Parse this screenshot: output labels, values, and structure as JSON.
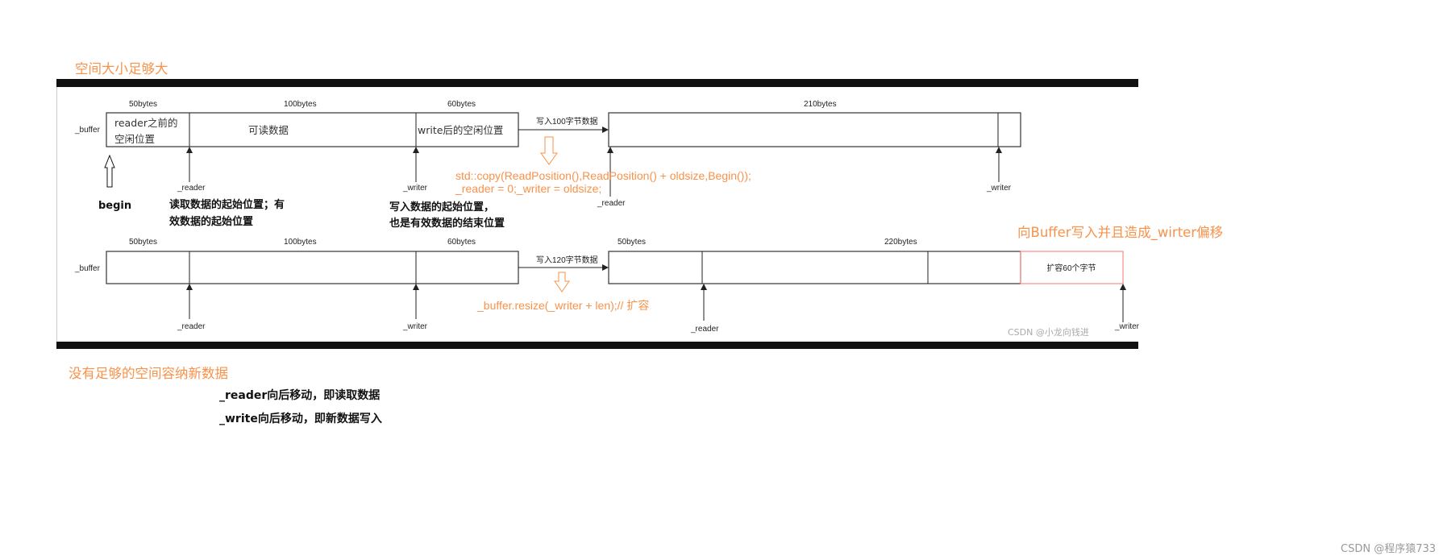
{
  "titles": {
    "enough_space": "空间大小足够大",
    "not_enough_space": "没有足够的空间容纳新数据",
    "writer_offset": "向Buffer写入并且造成_wirter偏移"
  },
  "row1": {
    "buffer_label": "_buffer",
    "sizes": [
      "50bytes",
      "100bytes",
      "60bytes"
    ],
    "cell_texts": [
      "reader之前的",
      "空闲位置",
      "可读数据",
      "write后的空闲位置"
    ],
    "write_label": "写入100字节数据",
    "result_size": "210bytes",
    "reader_label": "_reader",
    "writer_label": "_writer",
    "begin_label": "begin",
    "reader_desc": [
      "读取数据的起始位置；有",
      "效数据的起始位置"
    ],
    "writer_desc": [
      "写入数据的起始位置，",
      "也是有效数据的结束位置"
    ],
    "code": [
      "std::copy(ReadPosition(),ReadPosition() + oldsize,Begin());",
      "_reader = 0;_writer = oldsize;"
    ]
  },
  "row2": {
    "buffer_label": "_buffer",
    "sizes": [
      "50bytes",
      "100bytes",
      "60bytes"
    ],
    "write_label": "写入120字节数据",
    "result_sizes": [
      "50bytes",
      "220bytes"
    ],
    "expand_label": "扩容60个字节",
    "reader_label": "_reader",
    "writer_label": "_writer",
    "code": "_buffer.resize(_writer + len);// 扩容"
  },
  "notes": [
    "_reader向后移动，即读取数据",
    "_write向后移动，即新数据写入"
  ],
  "watermarks": [
    "CSDN @小龙向钱进",
    "CSDN @程序猿733"
  ],
  "colors": {
    "orange": "#f8924a",
    "expand_border": "#ff8a8a"
  }
}
